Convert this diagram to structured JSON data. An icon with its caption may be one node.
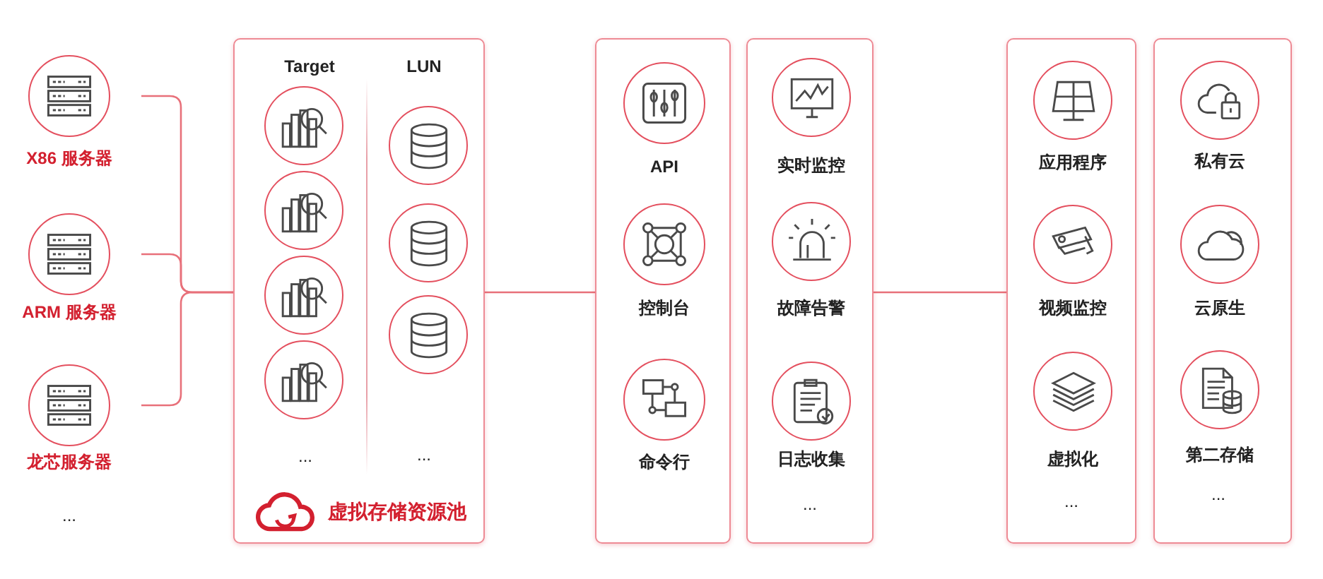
{
  "diagram": {
    "nodes": [
      {
        "text": [
          "X86 服务器"
        ]
      },
      {
        "text": [
          "ARM 服务器"
        ]
      },
      {
        "text": [
          "龙芯服务器"
        ]
      },
      {
        "text": [
          "虚拟存储资源池"
        ]
      },
      {
        "text": [],
        "shape": "circle",
        "in": 3
      },
      {
        "text": [],
        "shape": "circle",
        "in": 3
      },
      {
        "text": [],
        "shape": "circle",
        "in": 3
      },
      {
        "text": [],
        "shape": "circle",
        "in": 3
      },
      {
        "text": [],
        "shape": "circle",
        "in": 3
      },
      {
        "text": [],
        "shape": "circle",
        "in": 3
      },
      {
        "text": [],
        "shape": "circle",
        "in": 3
      },
      {
        "text": [],
        "shape": "box"
      },
      {
        "text": [
          "API"
        ],
        "in": 11
      },
      {
        "text": [
          "控制台"
        ],
        "in": 11
      },
      {
        "text": [
          "命令行"
        ],
        "in": 11
      },
      {
        "text": [],
        "shape": "box"
      },
      {
        "text": [
          "实时监控"
        ],
        "in": 15
      },
      {
        "text": [
          "故障告警"
        ],
        "in": 15
      },
      {
        "text": [
          "日志收集"
        ],
        "in": 15
      },
      {
        "text": [],
        "shape": "box"
      },
      {
        "text": [
          "应用程序"
        ],
        "in": 19
      },
      {
        "text": [
          "视频监控"
        ],
        "in": 19
      },
      {
        "text": [
          "虚拟化"
        ],
        "in": 19
      },
      {
        "text": [],
        "shape": "box"
      },
      {
        "text": [
          "私有云"
        ],
        "in": 23
      },
      {
        "text": [
          "云原生"
        ],
        "in": 23
      },
      {
        "text": [
          "第二存储"
        ],
        "in": 23
      }
    ],
    "edges": [
      {
        "from": 0,
        "to": 3,
        "arrow": "none"
      },
      {
        "from": 1,
        "to": 3,
        "arrow": "none"
      },
      {
        "from": 2,
        "to": 3,
        "arrow": "none"
      },
      {
        "from": 3,
        "to": 11,
        "arrow": "none"
      },
      {
        "from": 15,
        "to": 19,
        "arrow": "none"
      }
    ],
    "labels": [
      "...",
      "Target",
      "LUN",
      "...",
      "...",
      "...",
      "...",
      "..."
    ]
  }
}
